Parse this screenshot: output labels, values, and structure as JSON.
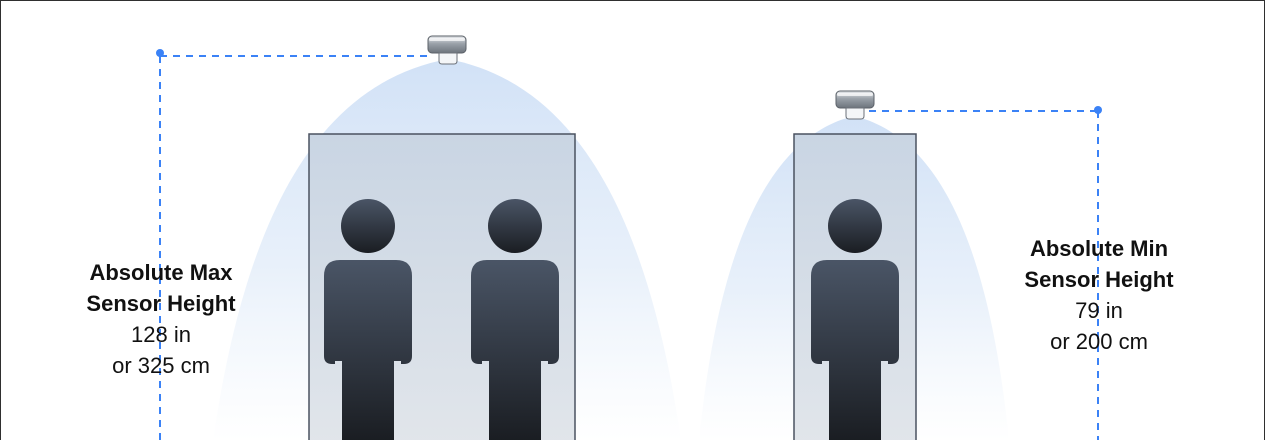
{
  "left_setup": {
    "title_line1": "Absolute Max",
    "title_line2": "Sensor Height",
    "value_in": "128 in",
    "value_cm": "or 325 cm",
    "people_count": 2
  },
  "right_setup": {
    "title_line1": "Absolute Min",
    "title_line2": "Sensor Height",
    "value_in": "79 in",
    "value_cm": "or 200 cm",
    "people_count": 1
  },
  "colors": {
    "dimension_line": "#3b82f6",
    "detection_cone": "#c9dcf5",
    "doorway_fill": "#cfd8e3",
    "doorway_stroke": "#4a5260",
    "person_top": "#4a5566",
    "person_bottom": "#1a1d22",
    "frame": "#2f2f2f"
  },
  "icons": [
    "ceiling-sensor-icon",
    "person-icon"
  ]
}
